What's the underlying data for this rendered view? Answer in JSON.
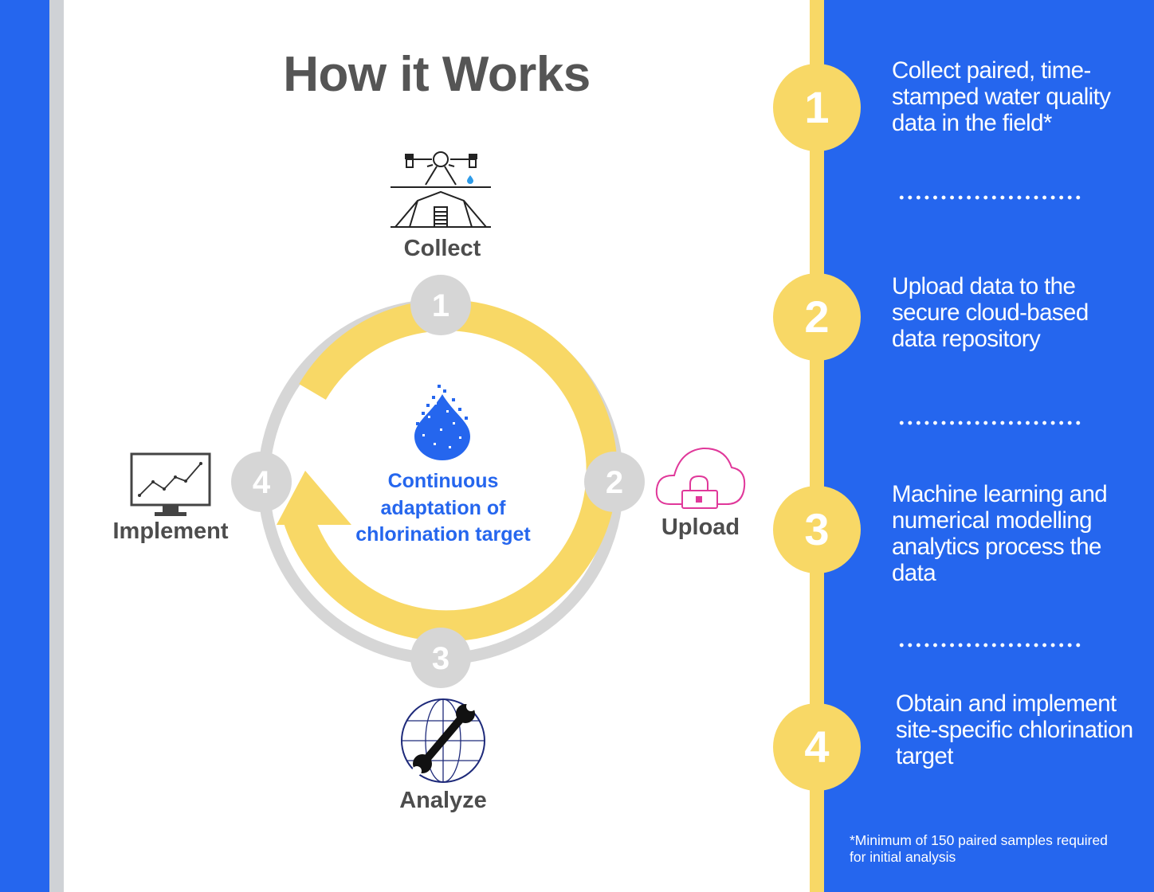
{
  "title": "How it Works",
  "cycle": {
    "center_text": "Continuous adaptation of chlorination target",
    "nodes": [
      "1",
      "2",
      "3",
      "4"
    ],
    "labels": {
      "collect": "Collect",
      "upload": "Upload",
      "analyze": "Analyze",
      "implement": "Implement"
    }
  },
  "steps": [
    {
      "number": "1",
      "text": "Collect paired, time-stamped water quality data in the field*"
    },
    {
      "number": "2",
      "text": "Upload data to the secure cloud-based data repository"
    },
    {
      "number": "3",
      "text": "Machine learning and numerical modelling analytics process the data"
    },
    {
      "number": "4",
      "text": "Obtain and implement site-specific chlorination target"
    }
  ],
  "footnote": "*Minimum of 150 paired samples required for initial analysis",
  "colors": {
    "blue": "#2566ee",
    "yellow": "#f8d866",
    "gray_ring": "#d6d6d6",
    "label_gray": "#4d4d4d",
    "upload_pink": "#e0389a"
  },
  "icons": {
    "collect": "drone-tent-icon",
    "upload": "cloud-lock-icon",
    "analyze": "globe-wrench-icon",
    "implement": "monitor-chart-icon",
    "center": "pixel-droplet-icon"
  }
}
